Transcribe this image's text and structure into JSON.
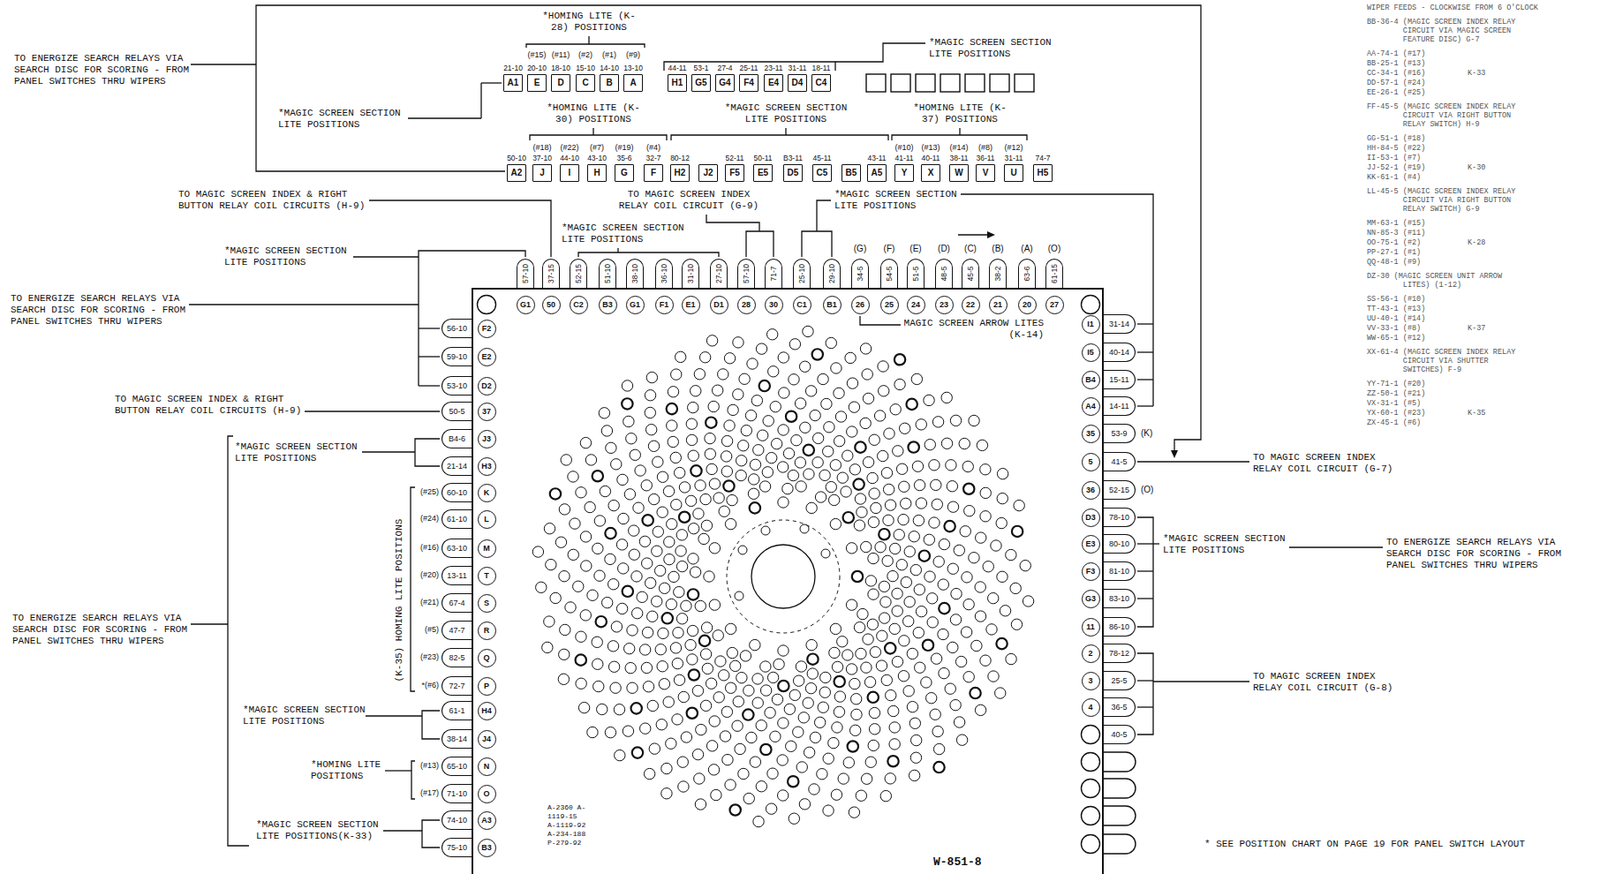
{
  "diagram": {
    "nodes": [
      {
        "text": [
          "21-10",
          "A1"
        ]
      },
      {
        "text": [
          "20-10",
          "E"
        ]
      },
      {
        "text": [
          "18-10",
          "D"
        ]
      },
      {
        "text": [
          "15-10",
          "C"
        ]
      },
      {
        "text": [
          "14-10",
          "B"
        ]
      },
      {
        "text": [
          "13-10",
          "A"
        ]
      },
      {
        "text": [
          "44-11",
          "H1"
        ]
      },
      {
        "text": [
          "53-1",
          "G5"
        ]
      },
      {
        "text": [
          "27-4",
          "G4"
        ]
      },
      {
        "text": [
          "25-11",
          "F4"
        ]
      },
      {
        "text": [
          "23-11",
          "E4"
        ]
      },
      {
        "text": [
          "31-11",
          "D4"
        ]
      },
      {
        "text": [
          "18-11",
          "C4"
        ]
      },
      {
        "text": [
          "50-10",
          "A2"
        ]
      },
      {
        "text": [
          "37-10",
          "J"
        ]
      },
      {
        "text": [
          "44-10",
          "I"
        ]
      },
      {
        "text": [
          "43-10",
          "H"
        ]
      },
      {
        "text": [
          "35-6",
          "G"
        ]
      },
      {
        "text": [
          "32-7",
          "F"
        ]
      },
      {
        "text": [
          "80-12",
          "H2"
        ]
      },
      {
        "text": [
          "J2"
        ]
      },
      {
        "text": [
          "52-11",
          "F5"
        ]
      },
      {
        "text": [
          "50-11",
          "E5"
        ]
      },
      {
        "text": [
          "B3-11",
          "D5"
        ]
      },
      {
        "text": [
          "45-11",
          "C5"
        ]
      },
      {
        "text": [
          "B5"
        ]
      },
      {
        "text": [
          "43-11",
          "A5"
        ]
      },
      {
        "text": [
          "41-11",
          "Y"
        ]
      },
      {
        "text": [
          "40-11",
          "X"
        ]
      },
      {
        "text": [
          "38-11",
          "W"
        ]
      },
      {
        "text": [
          "36-11",
          "V"
        ]
      },
      {
        "text": [
          "31-11",
          "U"
        ]
      },
      {
        "text": [
          "74-7",
          "H5"
        ]
      },
      {
        "text": [
          "57-10"
        ]
      },
      {
        "text": [
          "37-15"
        ]
      },
      {
        "text": [
          "52-15"
        ]
      },
      {
        "text": [
          "51-10"
        ]
      },
      {
        "text": [
          "38-10"
        ]
      },
      {
        "text": [
          "36-10"
        ]
      },
      {
        "text": [
          "31-10"
        ]
      },
      {
        "text": [
          "27-10"
        ]
      },
      {
        "text": [
          "57-10"
        ]
      },
      {
        "text": [
          "71-7"
        ]
      },
      {
        "text": [
          "25-10"
        ]
      },
      {
        "text": [
          "29-10"
        ]
      },
      {
        "text": [
          "34-5"
        ]
      },
      {
        "text": [
          "54-5"
        ]
      },
      {
        "text": [
          "51-5"
        ]
      },
      {
        "text": [
          "48-5"
        ]
      },
      {
        "text": [
          "45-5"
        ]
      },
      {
        "text": [
          "38-2"
        ]
      },
      {
        "text": [
          "63-6"
        ]
      },
      {
        "text": [
          "61-15"
        ]
      },
      {
        "text": [
          "A-2360 A-1119-15 A-1119-92 A-234-188 P-279-92",
          "W-851-8"
        ]
      },
      {
        "text": [
          "G1"
        ],
        "in": 53
      },
      {
        "text": [
          "50"
        ],
        "in": 53
      },
      {
        "text": [
          "C2"
        ],
        "in": 53
      },
      {
        "text": [
          "B3"
        ],
        "in": 53
      },
      {
        "text": [
          "G1"
        ],
        "in": 53
      },
      {
        "text": [
          "F1"
        ],
        "in": 53
      },
      {
        "text": [
          "E1"
        ],
        "in": 53
      },
      {
        "text": [
          "D1"
        ],
        "in": 53
      },
      {
        "text": [
          "28"
        ],
        "in": 53
      },
      {
        "text": [
          "30"
        ],
        "in": 53
      },
      {
        "text": [
          "C1"
        ],
        "in": 53
      },
      {
        "text": [
          "B1"
        ],
        "in": 53
      },
      {
        "text": [
          "26"
        ],
        "in": 53
      },
      {
        "text": [
          "25"
        ],
        "in": 53
      },
      {
        "text": [
          "24"
        ],
        "in": 53
      },
      {
        "text": [
          "23"
        ],
        "in": 53
      },
      {
        "text": [
          "22"
        ],
        "in": 53
      },
      {
        "text": [
          "21"
        ],
        "in": 53
      },
      {
        "text": [
          "20"
        ],
        "in": 53
      },
      {
        "text": [
          "27"
        ],
        "in": 53
      },
      {
        "text": [
          "F2"
        ],
        "in": 53
      },
      {
        "text": [
          "E2"
        ],
        "in": 53
      },
      {
        "text": [
          "D2"
        ],
        "in": 53
      },
      {
        "text": [
          "37"
        ],
        "in": 53
      },
      {
        "text": [
          "J3"
        ],
        "in": 53
      },
      {
        "text": [
          "H3"
        ],
        "in": 53
      },
      {
        "text": [
          "K"
        ],
        "in": 53
      },
      {
        "text": [
          "L"
        ],
        "in": 53
      },
      {
        "text": [
          "M"
        ],
        "in": 53
      },
      {
        "text": [
          "T"
        ],
        "in": 53
      },
      {
        "text": [
          "S"
        ],
        "in": 53
      },
      {
        "text": [
          "R"
        ],
        "in": 53
      },
      {
        "text": [
          "Q"
        ],
        "in": 53
      },
      {
        "text": [
          "P"
        ],
        "in": 53
      },
      {
        "text": [
          "H4"
        ],
        "in": 53
      },
      {
        "text": [
          "J4"
        ],
        "in": 53
      },
      {
        "text": [
          "N"
        ],
        "in": 53
      },
      {
        "text": [
          "O"
        ],
        "in": 53
      },
      {
        "text": [
          "A3"
        ],
        "in": 53
      },
      {
        "text": [
          "B3"
        ],
        "in": 53
      },
      {
        "text": [
          "I1"
        ],
        "in": 53
      },
      {
        "text": [
          "I5"
        ],
        "in": 53
      },
      {
        "text": [
          "B4"
        ],
        "in": 53
      },
      {
        "text": [
          "A4"
        ],
        "in": 53
      },
      {
        "text": [
          "35"
        ],
        "in": 53
      },
      {
        "text": [
          "5"
        ],
        "in": 53
      },
      {
        "text": [
          "36"
        ],
        "in": 53
      },
      {
        "text": [
          "D3"
        ],
        "in": 53
      },
      {
        "text": [
          "E3"
        ],
        "in": 53
      },
      {
        "text": [
          "F3"
        ],
        "in": 53
      },
      {
        "text": [
          "G3"
        ],
        "in": 53
      },
      {
        "text": [
          "11"
        ],
        "in": 53
      },
      {
        "text": [
          "2"
        ],
        "in": 53
      },
      {
        "text": [
          "3"
        ],
        "in": 53
      },
      {
        "text": [
          "4"
        ],
        "in": 53
      },
      {
        "text": [
          "56-10"
        ]
      },
      {
        "text": [
          "59-10"
        ]
      },
      {
        "text": [
          "53-10"
        ]
      },
      {
        "text": [
          "50-5"
        ]
      },
      {
        "text": [
          "B4-6"
        ]
      },
      {
        "text": [
          "21-14"
        ]
      },
      {
        "text": [
          "60-10"
        ]
      },
      {
        "text": [
          "61-10"
        ]
      },
      {
        "text": [
          "63-10"
        ]
      },
      {
        "text": [
          "13-11"
        ]
      },
      {
        "text": [
          "67-4"
        ]
      },
      {
        "text": [
          "47-7"
        ]
      },
      {
        "text": [
          "82-5"
        ]
      },
      {
        "text": [
          "72-7"
        ]
      },
      {
        "text": [
          "61-1"
        ]
      },
      {
        "text": [
          "38-14"
        ]
      },
      {
        "text": [
          "65-10"
        ]
      },
      {
        "text": [
          "71-10"
        ]
      },
      {
        "text": [
          "74-10"
        ]
      },
      {
        "text": [
          "75-10"
        ]
      },
      {
        "text": [
          "31-14"
        ]
      },
      {
        "text": [
          "40-14"
        ]
      },
      {
        "text": [
          "15-11"
        ]
      },
      {
        "text": [
          "14-11"
        ]
      },
      {
        "text": [
          "53-9"
        ]
      },
      {
        "text": [
          "41-5"
        ]
      },
      {
        "text": [
          "52-15"
        ]
      },
      {
        "text": [
          "78-10"
        ]
      },
      {
        "text": [
          "80-10"
        ]
      },
      {
        "text": [
          "81-10"
        ]
      },
      {
        "text": [
          "83-10"
        ]
      },
      {
        "text": [
          "86-10"
        ]
      },
      {
        "text": [
          "78-12"
        ]
      },
      {
        "text": [
          "25-5"
        ]
      },
      {
        "text": [
          "36-5"
        ]
      },
      {
        "text": [
          "40-5"
        ]
      }
    ],
    "labels": [
      "*HOMING LITE (K-28) POSITIONS",
      "(#15)",
      "(#11)",
      "(#2)",
      "(#1)",
      "(#9)",
      "*MAGIC SCREEN SECTION LITE POSITIONS",
      "*MAGIC SCREEN SECTION LITE POSITIONS",
      "TO ENERGIZE SEARCH RELAYS VIA SEARCH DISC FOR SCORING - FROM PANEL SWITCHES THRU WIPERS",
      "*HOMING LITE (K-30) POSITIONS",
      "(#18)",
      "(#22)",
      "(#7)",
      "(#19)",
      "(#4)",
      "*MAGIC SCREEN SECTION LITE POSITIONS",
      "*HOMING LITE (K-37) POSITIONS",
      "(#10)",
      "(#13)",
      "(#14)",
      "(#8)",
      "(#12)",
      "TO MAGIC SCREEN INDEX & RIGHT BUTTON RELAY COIL CIRCUITS (H-9)",
      "TO MAGIC SCREEN INDEX RELAY COIL CIRCUIT (G-9)",
      "*MAGIC SCREEN SECTION LITE POSITIONS",
      "*MAGIC SCREEN SECTION LITE POSITIONS",
      "*MAGIC SCREEN SECTION LITE POSITIONS",
      "(G)",
      "(F)",
      "(E)",
      "(D)",
      "(C)",
      "(B)",
      "(A)",
      "(O)",
      "TO ENERGIZE SEARCH RELAYS VIA SEARCH DISC FOR SCORING - FROM PANEL SWITCHES THRU WIPERS",
      "MAGIC SCREEN ARROW LITES (K-14)",
      "TO MAGIC SCREEN INDEX & RIGHT BUTTON RELAY COIL CIRCUITS (H-9)",
      "*MAGIC SCREEN SECTION LITE POSITIONS",
      "(#25)",
      "(#24)",
      "(#16)",
      "(#20)",
      "(#21)",
      "(#5)",
      "(#23)",
      "*(#6)",
      "(K-35) HOMING LITE POSITIONS",
      "TO ENERGIZE SEARCH RELAYS VIA SEARCH DISC FOR SCORING - FROM PANEL SWITCHES THRU WIPERS",
      "*MAGIC SCREEN SECTION LITE POSITIONS",
      "(#13)",
      "(#17)",
      "*HOMING LITE POSITIONS",
      "*MAGIC SCREEN SECTION LITE POSITIONS(K-33)",
      "(K)",
      "(O)",
      "TO MAGIC SCREEN INDEX RELAY COIL CIRCUIT (G-7)",
      "*MAGIC SCREEN SECTION LITE POSITIONS",
      "TO ENERGIZE SEARCH RELAYS VIA SEARCH DISC FOR SCORING - FROM PANEL SWITCHES THRU WIPERS",
      "TO MAGIC SCREEN INDEX RELAY COIL CIRCUIT (G-8)",
      "* SEE POSITION CHART ON PAGE 19 FOR PANEL SWITCH LAYOUT",
      "WIPER FEEDS - CLOCKWISE FROM 6 O'CLOCK",
      "BB-36-4 (MAGIC SCREEN INDEX RELAY CIRCUIT VIA MAGIC SCREEN FEATURE DISC) G-7",
      "AA-74-1 (#17)",
      "BB-25-1 (#13)",
      "CC-34-1 (#16)",
      "K-33",
      "DD-57-1 (#24)",
      "EE-26-1 (#25)",
      "FF-45-5 (MAGIC SCREEN INDEX RELAY CIRCUIT VIA RIGHT BUTTON RELAY SWITCH) H-9",
      "GG-51-1 (#18)",
      "HH-84-5 (#22)",
      "II-53-1 (#7)",
      "JJ-52-1 (#19)",
      "K-30",
      "KK-61-1 (#4)",
      "LL-45-5 (MAGIC SCREEN INDEX RELAY CIRCUIT VIA RIGHT BUTTON RELAY SWITCH) G-9",
      "MM-63-1 (#15)",
      "NN-85-3 (#11)",
      "OO-75-1 (#2)",
      "K-28",
      "PP-27-1 (#1)",
      "QQ-48-1 (#9)",
      "DZ-30 (MAGIC SCREEN UNIT ARROW LITES) (1-12)",
      "SS-56-1 (#10)",
      "TT-43-1 (#13)",
      "UU-40-1 (#14)",
      "VV-33-1 (#8)",
      "K-37",
      "WW-65-1 (#12)",
      "XX-61-4 (MAGIC SCREEN INDEX RELAY CIRCUIT VIA SHUTTER SWITCHES) F-9",
      "YY-71-1 (#20)",
      "ZZ-50-1 (#21)",
      "VX-31-1 (#5)",
      "YX-60-1 (#23)",
      "K-35",
      "ZX-45-1 (#6)"
    ]
  }
}
